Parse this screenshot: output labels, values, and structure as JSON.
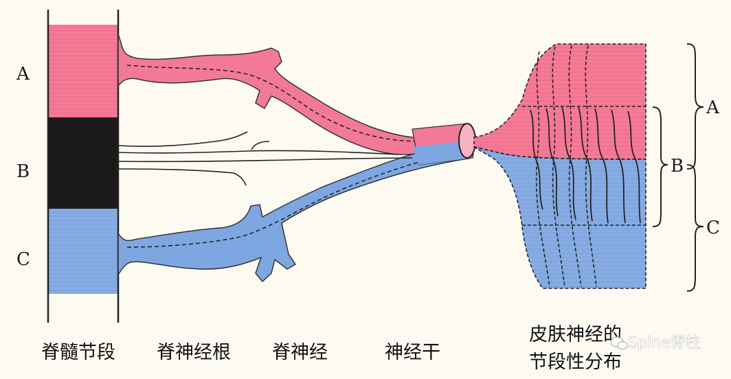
{
  "segments": [
    {
      "label": "A",
      "color": "#f26d8c"
    },
    {
      "label": "B",
      "color": "#1c1a18"
    },
    {
      "label": "C",
      "color": "#7fa6e0"
    }
  ],
  "captions": {
    "spinal_segment": "脊髓节段",
    "nerve_root": "脊神经根",
    "spinal_nerve": "脊神经",
    "nerve_trunk": "神经干",
    "skin_distribution_line1": "皮肤神经的",
    "skin_distribution_line2": "节段性分布"
  },
  "right_brackets": {
    "A": "A",
    "B": "B",
    "C": "C"
  },
  "watermark": {
    "text": "Spine脊柱",
    "icon": "wechat-icon"
  },
  "colors": {
    "pink": "#f26d8c",
    "blue": "#7fa6e0",
    "black": "#1c1a18",
    "outline": "#222222"
  }
}
